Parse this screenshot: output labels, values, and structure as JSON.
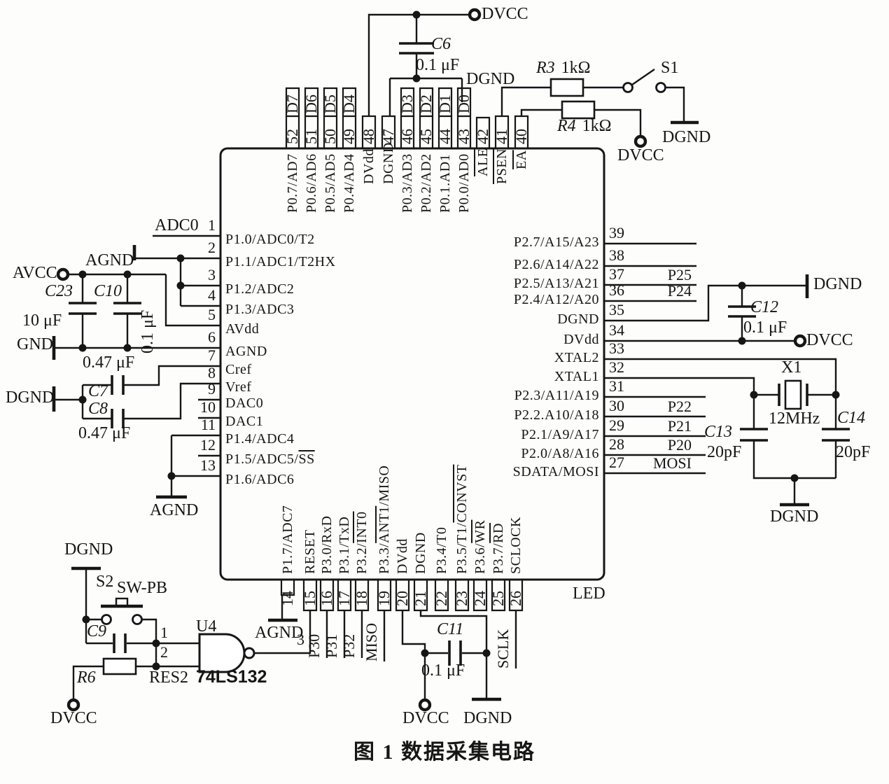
{
  "caption": {
    "text": "图 1  数据采集电路"
  },
  "ic": {
    "top_pins": [
      {
        "num": "52",
        "net": "D7",
        "label": [
          [
            "P0.7/AD7",
            0
          ]
        ]
      },
      {
        "num": "51",
        "net": "D6",
        "label": [
          [
            "P0.6/AD6",
            0
          ]
        ]
      },
      {
        "num": "50",
        "net": "D5",
        "label": [
          [
            "P0.5/AD5",
            0
          ]
        ]
      },
      {
        "num": "49",
        "net": "D4",
        "label": [
          [
            "P0.4/AD4",
            0
          ]
        ]
      },
      {
        "num": "48",
        "net": "",
        "label": [
          [
            "DVdd",
            0
          ]
        ]
      },
      {
        "num": "47",
        "net": "",
        "label": [
          [
            "DGND",
            0
          ]
        ]
      },
      {
        "num": "46",
        "net": "D3",
        "label": [
          [
            "P0.3/AD3",
            0
          ]
        ]
      },
      {
        "num": "45",
        "net": "D2",
        "label": [
          [
            "P0.2/AD2",
            0
          ]
        ]
      },
      {
        "num": "44",
        "net": "D1",
        "label": [
          [
            "P0.1.AD1",
            0
          ]
        ]
      },
      {
        "num": "43",
        "net": "D0",
        "label": [
          [
            "P0.0/AD0",
            0
          ]
        ]
      },
      {
        "num": "42",
        "net": "",
        "label": [
          [
            "ALE",
            1
          ]
        ]
      },
      {
        "num": "41",
        "net": "",
        "label": [
          [
            "PSEN",
            1
          ]
        ]
      },
      {
        "num": "40",
        "net": "",
        "label": [
          [
            "EA",
            1
          ]
        ]
      }
    ],
    "left_pins": [
      {
        "num": "1",
        "label": [
          [
            "P1.0/ADC0/T2",
            0
          ]
        ]
      },
      {
        "num": "2",
        "label": [
          [
            "P1.1/ADC1/T2HX",
            0
          ]
        ]
      },
      {
        "num": "3",
        "label": [
          [
            "P1.2/ADC2",
            0
          ]
        ]
      },
      {
        "num": "4",
        "label": [
          [
            "P1.3/ADC3",
            0
          ]
        ]
      },
      {
        "num": "5",
        "label": [
          [
            "AVdd",
            0
          ]
        ]
      },
      {
        "num": "6",
        "label": [
          [
            "AGND",
            0
          ]
        ]
      },
      {
        "num": "7",
        "label": [
          [
            "Cref",
            0
          ]
        ]
      },
      {
        "num": "8",
        "label": [
          [
            "Vref",
            0
          ]
        ]
      },
      {
        "num": "9",
        "label": [
          [
            "DAC0",
            0
          ]
        ]
      },
      {
        "num": "10",
        "label": [
          [
            "DAC1",
            0
          ]
        ]
      },
      {
        "num": "11",
        "label": [
          [
            "P1.4/ADC4",
            0
          ]
        ]
      },
      {
        "num": "12",
        "label": [
          [
            "P1.5/ADC5/",
            0
          ],
          [
            "SS",
            1
          ]
        ]
      },
      {
        "num": "13",
        "label": [
          [
            "P1.6/ADC6",
            0
          ]
        ]
      }
    ],
    "right_pins": [
      {
        "num": "39",
        "net": "",
        "label": [
          [
            "P2.7/A15/A23",
            0
          ]
        ]
      },
      {
        "num": "38",
        "net": "",
        "label": [
          [
            "P2.6/A14/A22",
            0
          ]
        ]
      },
      {
        "num": "37",
        "net": "P25",
        "label": [
          [
            "P2.5/A13/A21",
            0
          ]
        ]
      },
      {
        "num": "36",
        "net": "P24",
        "label": [
          [
            "P2.4/A12/A20",
            0
          ]
        ]
      },
      {
        "num": "35",
        "net": "",
        "label": [
          [
            "DGND",
            0
          ]
        ]
      },
      {
        "num": "34",
        "net": "",
        "label": [
          [
            "DVdd",
            0
          ]
        ]
      },
      {
        "num": "33",
        "net": "",
        "label": [
          [
            "XTAL2",
            0
          ]
        ]
      },
      {
        "num": "32",
        "net": "",
        "label": [
          [
            "XTAL1",
            0
          ]
        ]
      },
      {
        "num": "31",
        "net": "",
        "label": [
          [
            "P2.3/A11/A19",
            0
          ]
        ]
      },
      {
        "num": "30",
        "net": "P22",
        "label": [
          [
            "P2.2.A10/A18",
            0
          ]
        ]
      },
      {
        "num": "29",
        "net": "P21",
        "label": [
          [
            "P2.1/A9/A17",
            0
          ]
        ]
      },
      {
        "num": "28",
        "net": "P20",
        "label": [
          [
            "P2.0/A8/A16",
            0
          ]
        ]
      },
      {
        "num": "27",
        "net": "MOSI",
        "label": [
          [
            "SDATA/MOSI",
            0
          ]
        ]
      }
    ],
    "bottom_pins": [
      {
        "num": "14",
        "net": "",
        "label": [
          [
            "P1.7/ADC7",
            0
          ]
        ]
      },
      {
        "num": "15",
        "net": "",
        "label": [
          [
            "RESET",
            0
          ]
        ]
      },
      {
        "num": "16",
        "net": "P30",
        "label": [
          [
            "P3.0/RxD",
            0
          ]
        ]
      },
      {
        "num": "17",
        "net": "P31",
        "label": [
          [
            "P3.1/TxD",
            0
          ]
        ]
      },
      {
        "num": "18",
        "net": "P32",
        "label": [
          [
            "P3.2/",
            0
          ],
          [
            "INT0",
            1
          ]
        ]
      },
      {
        "num": "19",
        "net": "MISO",
        "label": [
          [
            "P3.3/",
            0
          ],
          [
            "ANT1",
            1
          ],
          [
            "/MISO",
            0
          ]
        ]
      },
      {
        "num": "20",
        "net": "",
        "label": [
          [
            "DVdd",
            0
          ]
        ]
      },
      {
        "num": "21",
        "net": "",
        "label": [
          [
            "DGND",
            0
          ]
        ]
      },
      {
        "num": "22",
        "net": "",
        "label": [
          [
            "P3.4/T0",
            0
          ]
        ]
      },
      {
        "num": "23",
        "net": "",
        "label": [
          [
            "P3.5/T1/",
            0
          ],
          [
            "CONVST",
            1
          ]
        ]
      },
      {
        "num": "24",
        "net": "",
        "label": [
          [
            "P3.6/",
            0
          ],
          [
            "WR",
            1
          ]
        ]
      },
      {
        "num": "25",
        "net": "",
        "label": [
          [
            "P3.7/",
            0
          ],
          [
            "RD",
            1
          ]
        ]
      },
      {
        "num": "26",
        "net": "SCLK",
        "label": [
          [
            "SCLOCK",
            0
          ]
        ]
      }
    ]
  },
  "components": {
    "c6": {
      "ref": "C6",
      "value": "0.1 μF"
    },
    "c23": {
      "ref": "C23",
      "value": "10 μF"
    },
    "c10": {
      "ref": "C10",
      "value": "0.1 μF"
    },
    "c7": {
      "ref": "C7",
      "value": "0.47 μF"
    },
    "c8": {
      "ref": "C8",
      "value": "0.47 μF"
    },
    "c9": {
      "ref": "C9"
    },
    "c11": {
      "ref": "C11",
      "value": "0.1 μF"
    },
    "c12": {
      "ref": "C12",
      "value": "0.1 μF"
    },
    "c13": {
      "ref": "C13",
      "value": "20pF"
    },
    "c14": {
      "ref": "C14",
      "value": "20pF"
    },
    "r3": {
      "ref": "R3",
      "value": "1kΩ"
    },
    "r4": {
      "ref": "R4",
      "value": "1kΩ"
    },
    "r6": {
      "ref": "R6"
    },
    "x1": {
      "ref": "X1",
      "value": "12MHz"
    },
    "s1": {
      "ref": "S1"
    },
    "s2": {
      "ref": "S2",
      "type": "SW-PB"
    },
    "u4": {
      "ref": "U4",
      "part": "74LS132",
      "label": "RES2",
      "pin_in1": "1",
      "pin_in2": "2",
      "pin_out": "3"
    }
  },
  "nets": {
    "dvcc_top": "DVCC",
    "dgnd_c6": "DGND",
    "s1_dgnd": "DGND",
    "r4_dvcc": "DVCC",
    "avcc": "AVCC",
    "agnd_pin2": "AGND",
    "gnd": "GND",
    "dgnd_c7c8": "DGND",
    "agnd_pin13": "AGND",
    "adc0": "ADC0",
    "dgnd_s2": "DGND",
    "dvcc_r6": "DVCC",
    "agnd_pin14": "AGND",
    "dvcc_pin20": "DVCC",
    "dgnd_pin21": "DGND",
    "dgnd_c12": "DGND",
    "dvcc_pin34": "DVCC",
    "dgnd_xtal": "DGND",
    "led": "LED"
  },
  "line_color": "#161616"
}
